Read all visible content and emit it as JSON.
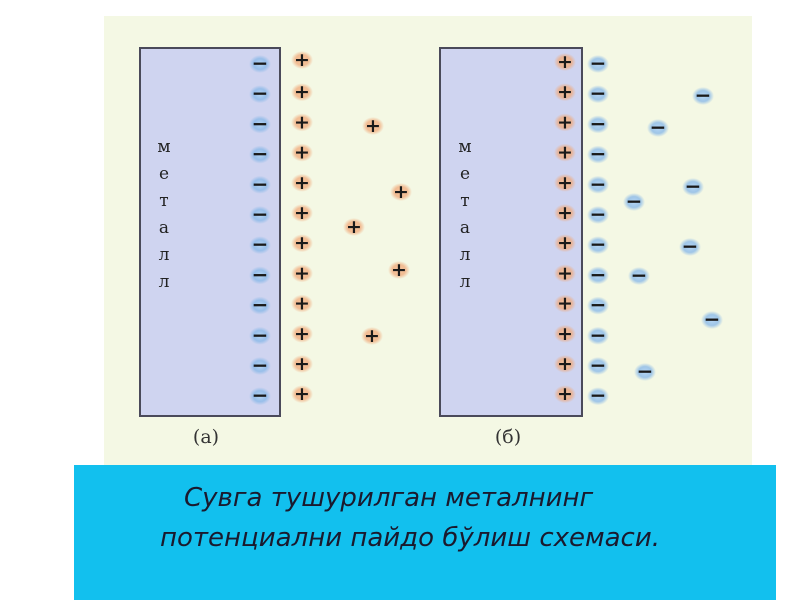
{
  "diagram": {
    "panel_a": {
      "metal_label": [
        "м",
        "е",
        "т",
        "а",
        "л",
        "л"
      ],
      "caption": "(а)"
    },
    "panel_b": {
      "metal_label": [
        "м",
        "е",
        "т",
        "а",
        "л",
        "л"
      ],
      "caption": "(б)"
    },
    "symbols": {
      "plus": "+",
      "minus": "−"
    }
  },
  "caption": {
    "line1": "Сувга тушурилган металнинг",
    "line2": "потенциални пайдо бўлиш схемаси."
  },
  "colors": {
    "background_panel": "#f4f8e4",
    "metal_fill": "#cfd4f0",
    "metal_stroke": "#4a4a5a",
    "minus_glow": "#6aa8e0",
    "plus_glow": "#f0a070",
    "caption_band": "#12c0ee"
  }
}
